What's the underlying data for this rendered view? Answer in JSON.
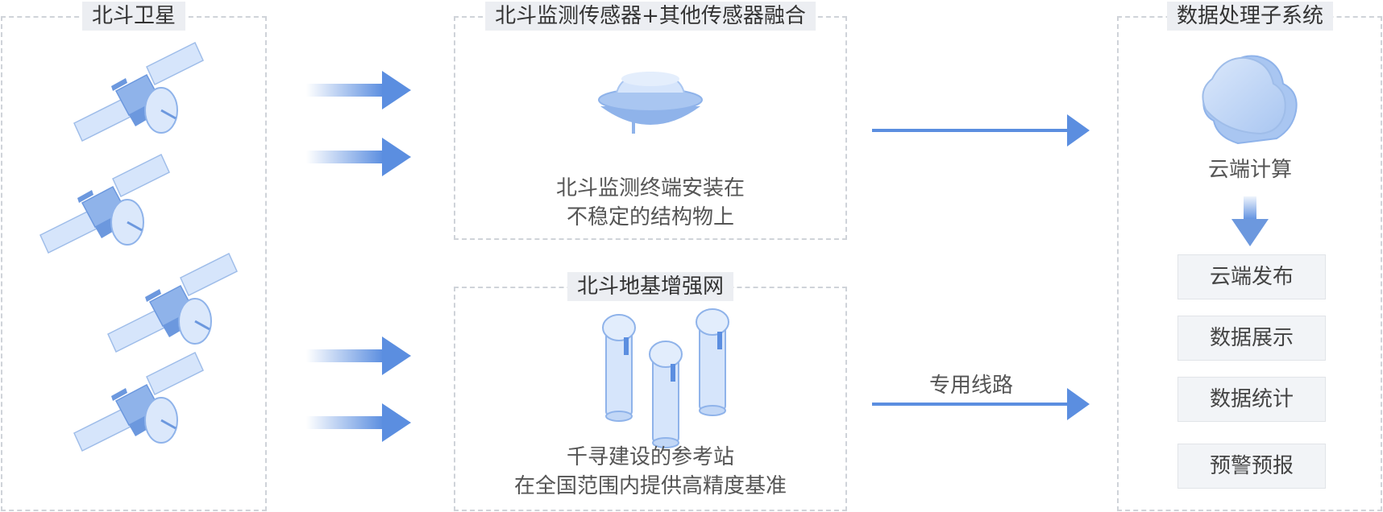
{
  "panels": {
    "satellite": {
      "title": "北斗卫星"
    },
    "sensor": {
      "title": "北斗监测传感器+其他传感器融合",
      "caption_line1": "北斗监测终端安装在",
      "caption_line2": "不稳定的结构物上"
    },
    "ground": {
      "title": "北斗地基增强网",
      "caption_line1": "千寻建设的参考站",
      "caption_line2": "在全国范围内提供高精度基准"
    },
    "processing": {
      "title": "数据处理子系统",
      "cloud_label": "云端计算",
      "boxes": [
        "云端发布",
        "数据展示",
        "数据统计",
        "预警预报"
      ]
    }
  },
  "links": {
    "dedicated_line_label": "专用线路"
  },
  "colors": {
    "accent": "#5b8ee0",
    "light": "#c9dcf8",
    "mid": "#a9c6f1",
    "border": "#cfd3d9"
  },
  "icons": [
    "satellite-icon",
    "gnss-receiver-icon",
    "reference-station-icon",
    "cloud-icon",
    "arrow-right-icon",
    "arrow-down-icon"
  ]
}
